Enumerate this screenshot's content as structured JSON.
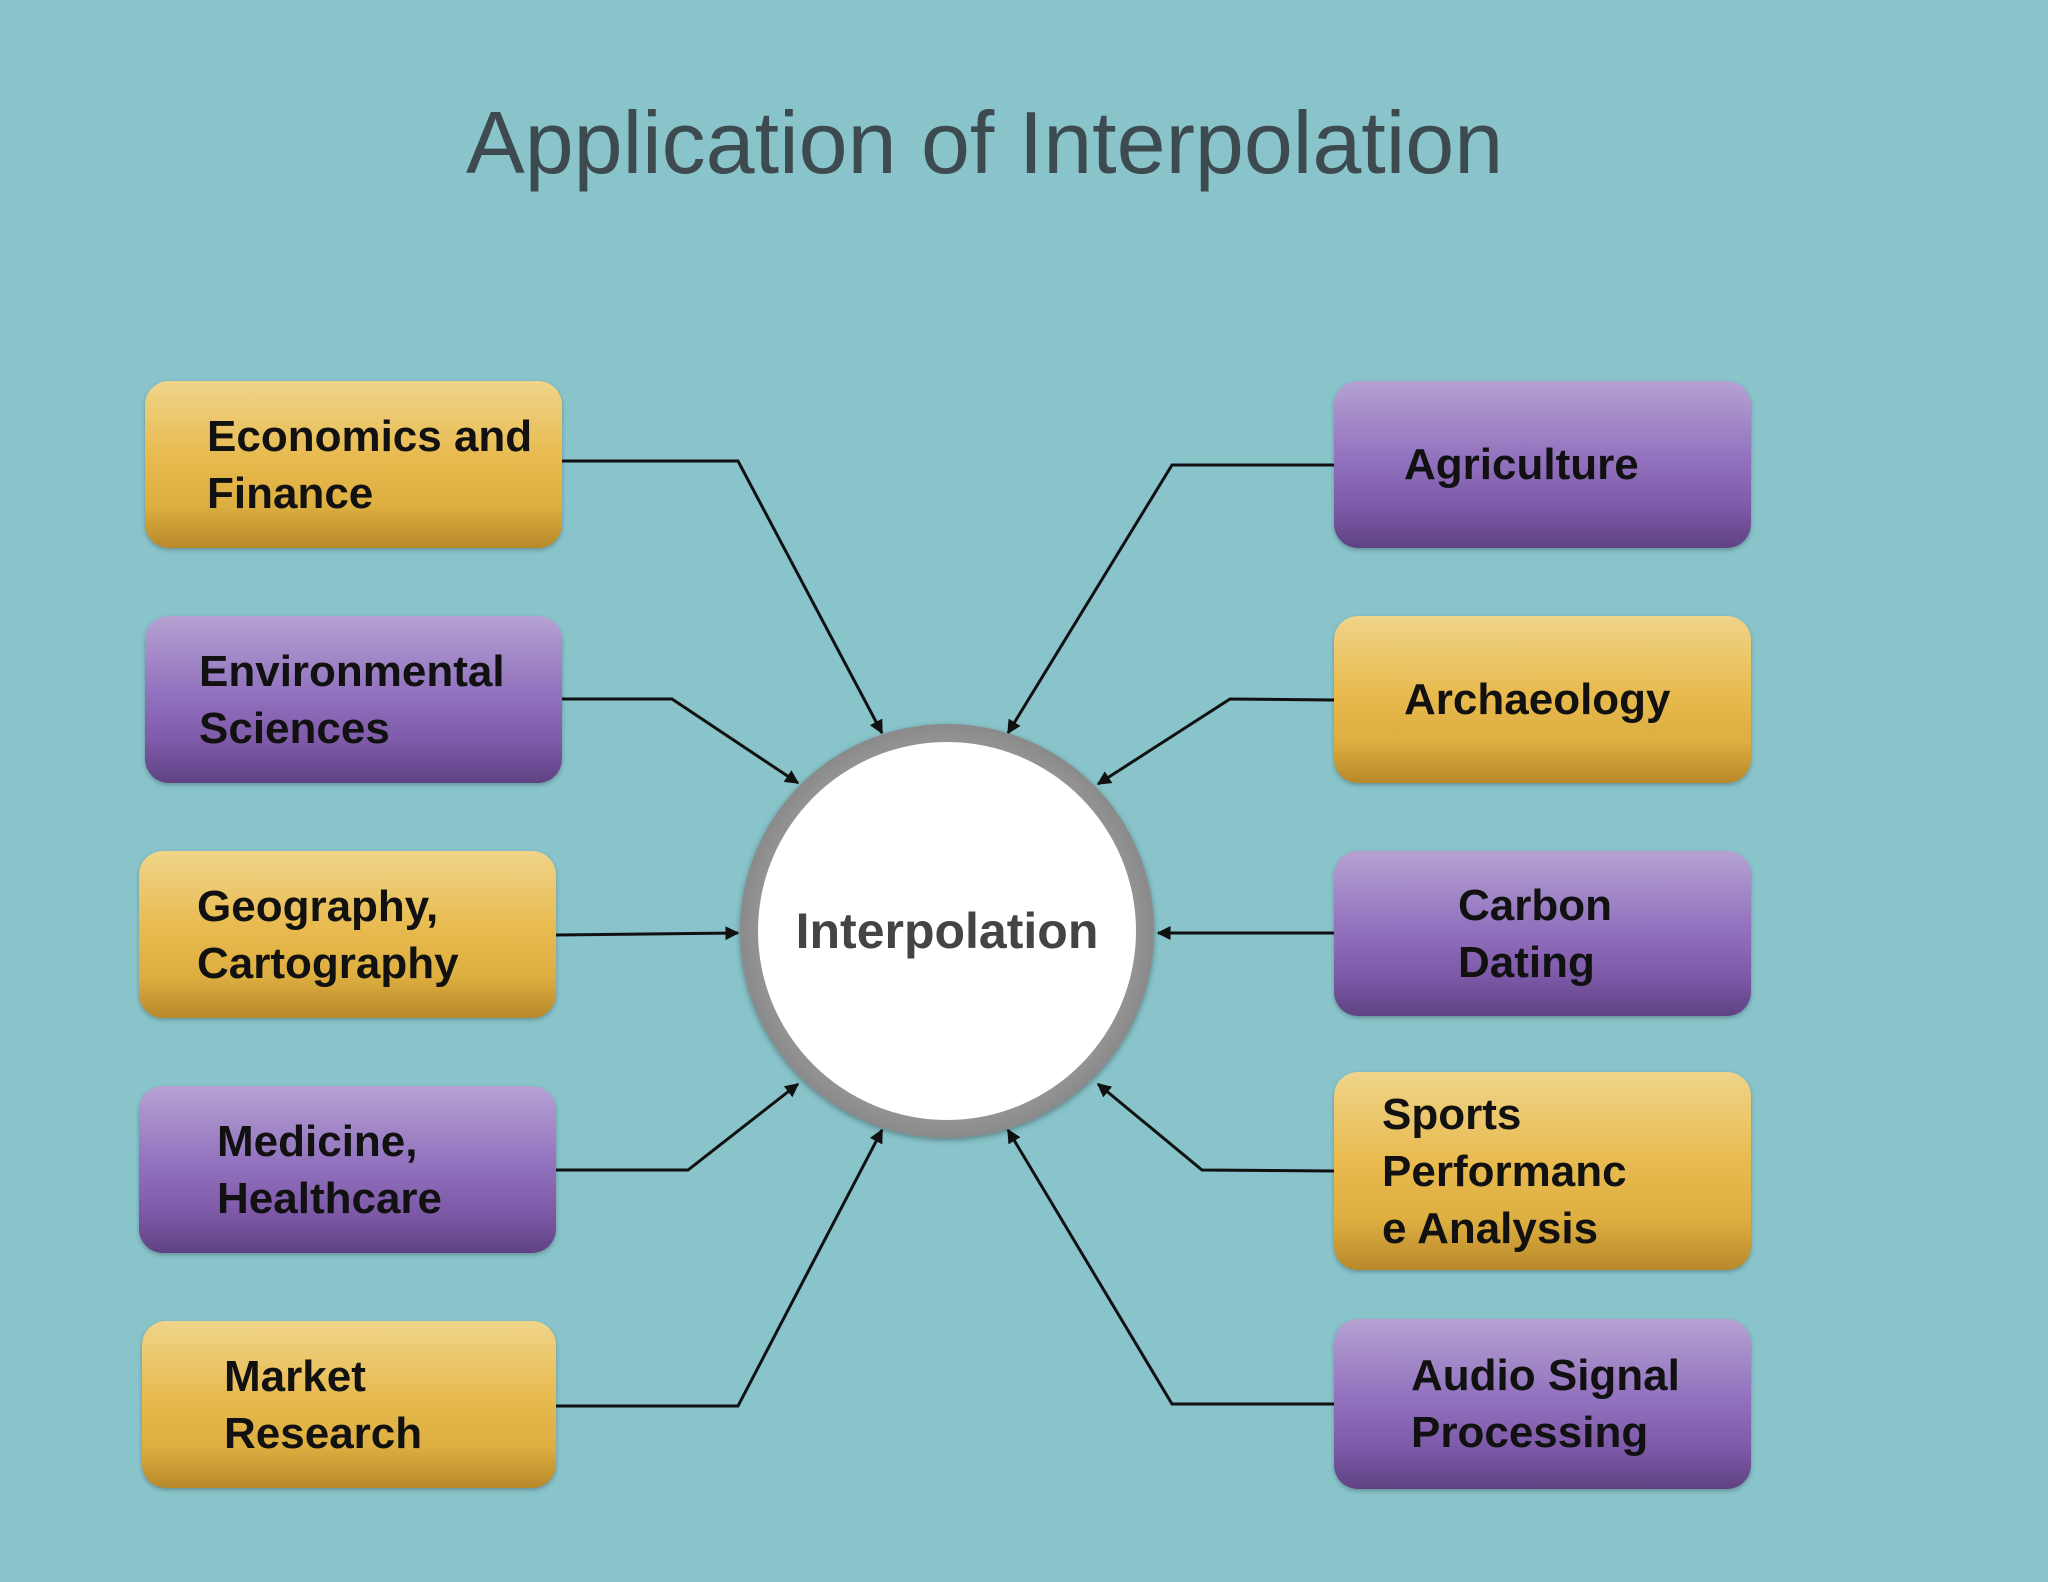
{
  "diagram": {
    "title": "Application of Interpolation",
    "hub": "Interpolation",
    "left_nodes": [
      {
        "lines": [
          "Economics and",
          "Finance"
        ],
        "style": "gold"
      },
      {
        "lines": [
          "Environmental",
          "Sciences"
        ],
        "style": "purple"
      },
      {
        "lines": [
          "Geography,",
          "Cartography"
        ],
        "style": "gold"
      },
      {
        "lines": [
          "Medicine,",
          "Healthcare"
        ],
        "style": "purple"
      },
      {
        "lines": [
          "Market",
          "Research"
        ],
        "style": "gold"
      }
    ],
    "right_nodes": [
      {
        "lines": [
          "Agriculture"
        ],
        "style": "purple"
      },
      {
        "lines": [
          "Archaeology"
        ],
        "style": "gold"
      },
      {
        "lines": [
          "Carbon",
          "Dating"
        ],
        "style": "purple"
      },
      {
        "lines": [
          "Sports",
          "Performanc",
          "e Analysis"
        ],
        "style": "gold"
      },
      {
        "lines": [
          "Audio Signal",
          "Processing"
        ],
        "style": "purple"
      }
    ]
  }
}
